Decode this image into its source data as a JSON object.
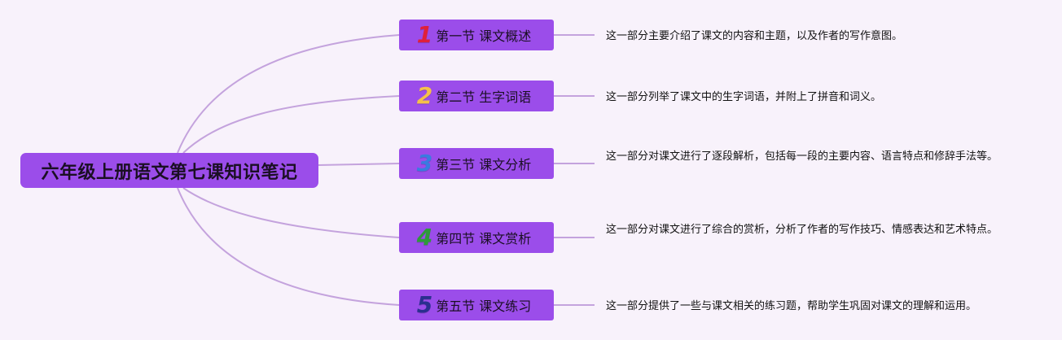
{
  "root": {
    "title": "六年级上册语文第七课知识笔记"
  },
  "sections": [
    {
      "number": "1",
      "number_color": "#e0203a",
      "title": "第一节 课文概述",
      "description": "这一部分主要介绍了课文的内容和主题，以及作者的写作意图。"
    },
    {
      "number": "2",
      "number_color": "#f5c04a",
      "title": "第二节 生字词语",
      "description": "这一部分列举了课文中的生字词语，并附上了拼音和词义。"
    },
    {
      "number": "3",
      "number_color": "#3a7be0",
      "title": "第三节 课文分析",
      "description": "这一部分对课文进行了逐段解析，包括每一段的主要内容、语言特点和修辞手法等。"
    },
    {
      "number": "4",
      "number_color": "#2e9a3a",
      "title": "第四节 课文赏析",
      "description": "这一部分对课文进行了综合的赏析，分析了作者的写作技巧、情感表达和艺术特点。"
    },
    {
      "number": "5",
      "number_color": "#2a2f8f",
      "title": "第五节 课文练习",
      "description": "这一部分提供了一些与课文相关的练习题，帮助学生巩固对课文的理解和运用。"
    }
  ],
  "colors": {
    "background": "#f8f2fb",
    "node": "#9b4dea",
    "connector": "#c4a3dd"
  }
}
